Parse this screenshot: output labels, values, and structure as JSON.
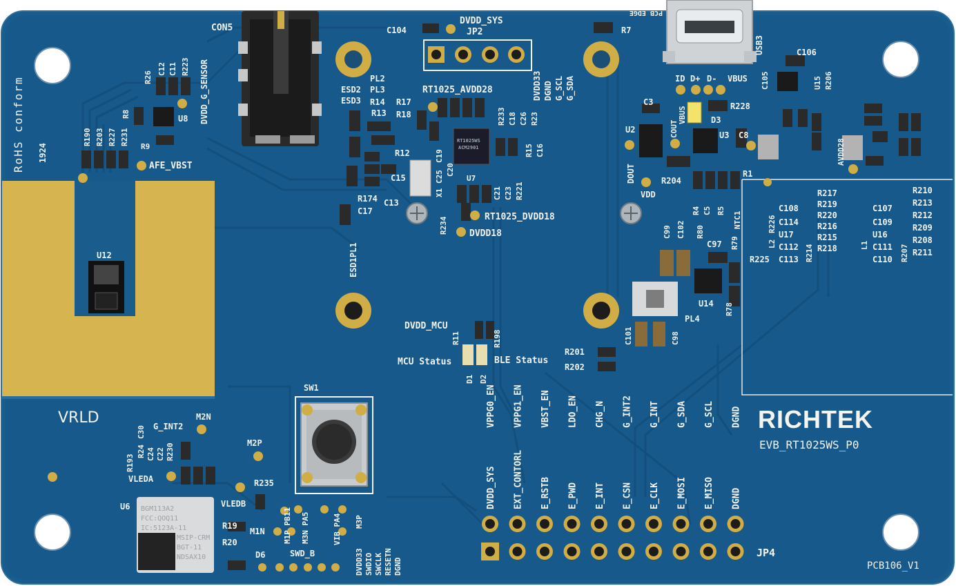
{
  "board": {
    "name": "EVB_RT1025WS_P0",
    "revision": "PCB106_V1",
    "brand": "RICHTEK",
    "rohs": "RoHS conform",
    "rohs_code": "1924",
    "pcb_edge": "PCB EDGE",
    "vrld": "VRLD",
    "colors": {
      "mask": "#175a89",
      "mask_dark": "#0f4a73",
      "copper": "#d8b64e",
      "silk": "#f2f2ee",
      "pad": "#caa23a"
    }
  },
  "connectors": {
    "con5": "CON5",
    "usb3": "USB3",
    "jp2": "JP2",
    "dvdd_sys_top": "DVDD_SYS",
    "jp4": "JP4",
    "jp4_top": [
      "DVDD_SYS",
      "EXT_CONTORL",
      "E_RSTB",
      "E_PWD",
      "E_INT",
      "E_CSN",
      "E_CLK",
      "E_MOSI",
      "E_MISO",
      "DGND"
    ],
    "jp4_mid": [
      "VPPG0_EN",
      "VPPG1_EN",
      "VBST_EN",
      "LDO_EN",
      "CHG_N",
      "G_INT2",
      "G_INT",
      "G_SDA",
      "G_SCL",
      "DGND"
    ],
    "jp2_labels": [
      "DVDD33",
      "DGND",
      "G_SCL",
      "G_SDA"
    ],
    "swd": "SWD_B",
    "swd_labels": [
      "DVDD33",
      "SWDIO",
      "SWCLK",
      "RESETN",
      "DGND"
    ],
    "usb_pins": [
      "ID",
      "D+",
      "D-",
      "VBUS"
    ]
  },
  "switch": {
    "label": "SW1"
  },
  "status": {
    "mcu": "MCU Status",
    "ble": "BLE Status",
    "dvdd_mcu": "DVDD_MCU"
  },
  "chips": {
    "u6": "U6",
    "u12": "U12",
    "u8": "U8",
    "u2": "U2",
    "u3": "U3",
    "u14": "U14",
    "u15": "U15",
    "u16": "U16",
    "u17": "U17",
    "u7": "U7",
    "module_text": [
      "BGM113A2",
      "FCC:QOQ11",
      "IC:5123A-11",
      "MSIP-CRM",
      "BGT-11",
      "NDSAX10"
    ],
    "rt_chip_text": [
      "RT1025WS",
      "ACM2901"
    ]
  },
  "labels": {
    "afe_vbst": "AFE_VBST",
    "dvdd_g_sensor": "DVDD_G_SENSOR",
    "rt1025_avdd28": "RT1025_AVDD28",
    "rt1025_dvdd18": "RT1025_DVDD18",
    "dvdd18": "DVDD18",
    "avdd28": "AVDD28",
    "g_int2": "G_INT2",
    "vleda": "VLEDA",
    "vledb": "VLEDB",
    "m2n": "M2N",
    "m2p": "M2P",
    "m1n": "M1N",
    "m1p_pb11": "M1P PB11",
    "m3n_pa5": "M3N PA5",
    "vib_pa4": "VIB PA4",
    "m3p": "M3P",
    "dout": "DOUT",
    "vdd": "VDD",
    "cout": "COUT",
    "vbus": "VBUS",
    "esd_group": [
      "PL2",
      "PL3",
      "ESD2",
      "ESD3"
    ],
    "esd1pl1": "ESD1PL1",
    "pl4": "PL4"
  },
  "refdes": {
    "top_left": [
      "R26",
      "C12",
      "C11",
      "R223",
      "R190",
      "R203",
      "R227",
      "R231",
      "R8",
      "R9"
    ],
    "mid": [
      "C104",
      "R14",
      "R13",
      "R18",
      "R17",
      "R12",
      "C15",
      "R174",
      "C13",
      "C17",
      "X1",
      "C25",
      "C19",
      "C20",
      "C18",
      "C26",
      "R23",
      "R233",
      "R15",
      "C16",
      "C21",
      "C23",
      "R221",
      "R234"
    ],
    "right_mid": [
      "R7",
      "C3",
      "R228",
      "D3",
      "C8",
      "R1",
      "R204",
      "R4",
      "C5",
      "R5",
      "NTC1",
      "C99",
      "C102",
      "R80",
      "C97",
      "R79",
      "R78",
      "C101",
      "C98",
      "R201",
      "R202",
      "C106",
      "C105",
      "R206"
    ],
    "right_block": [
      "R217",
      "R219",
      "R220",
      "R216",
      "R215",
      "R218",
      "R226",
      "C108",
      "C114",
      "C112",
      "C113",
      "R225",
      "L2",
      "R214",
      "C107",
      "C109",
      "C111",
      "C110",
      "L1",
      "R207",
      "R210",
      "R213",
      "R212",
      "R209",
      "R208",
      "R211"
    ],
    "bottom_left": [
      "R193",
      "R24",
      "C30",
      "C24",
      "C22",
      "R230",
      "R235",
      "R19",
      "R20",
      "D6",
      "D1",
      "D2",
      "R11",
      "R198"
    ]
  }
}
